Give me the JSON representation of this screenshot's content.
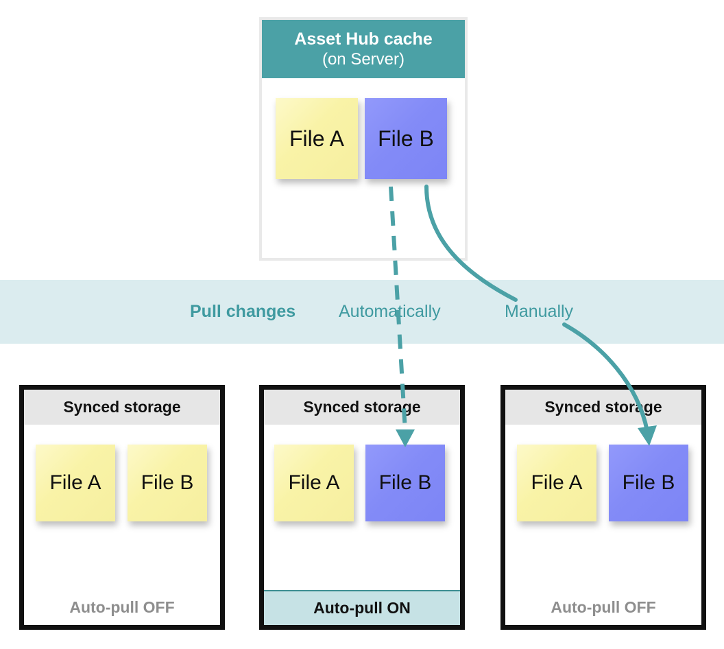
{
  "colors": {
    "teal": "#4ba1a6",
    "band_bg": "#dbecef",
    "band_text": "#3f9aa0",
    "note_yellow": "#f8f2a8",
    "note_blue": "#848cf7",
    "header_gray": "#e6e6e6",
    "off_text": "#8e8e8e",
    "on_bg": "#c6e2e5",
    "border_black": "#111111",
    "hub_frame": "#e9e9e9"
  },
  "hub": {
    "title": "Asset Hub cache",
    "subtitle": "(on Server)",
    "notes": [
      {
        "label": "File A",
        "color": "yellow"
      },
      {
        "label": "File B",
        "color": "blue"
      }
    ]
  },
  "band": {
    "title": "Pull changes",
    "automatic_label": "Automatically",
    "manual_label": "Manually"
  },
  "arrows": [
    {
      "name": "automatic-pull-arrow",
      "style": "dashed",
      "from": "Asset Hub cache",
      "to": "Synced storage (Auto-pull ON)"
    },
    {
      "name": "manual-pull-arrow",
      "style": "solid-curved",
      "from": "Asset Hub cache",
      "to": "Synced storage (Auto-pull OFF, right)"
    }
  ],
  "stores": [
    {
      "name": "store-left",
      "header": "Synced storage",
      "footer": "Auto-pull OFF",
      "auto_pull": "OFF",
      "notes": [
        {
          "label": "File A",
          "color": "yellow"
        },
        {
          "label": "File B",
          "color": "yellow"
        }
      ]
    },
    {
      "name": "store-middle",
      "header": "Synced storage",
      "footer": "Auto-pull ON",
      "auto_pull": "ON",
      "notes": [
        {
          "label": "File A",
          "color": "yellow"
        },
        {
          "label": "File B",
          "color": "blue"
        }
      ]
    },
    {
      "name": "store-right",
      "header": "Synced storage",
      "footer": "Auto-pull OFF",
      "auto_pull": "OFF",
      "notes": [
        {
          "label": "File A",
          "color": "yellow"
        },
        {
          "label": "File B",
          "color": "blue"
        }
      ]
    }
  ]
}
